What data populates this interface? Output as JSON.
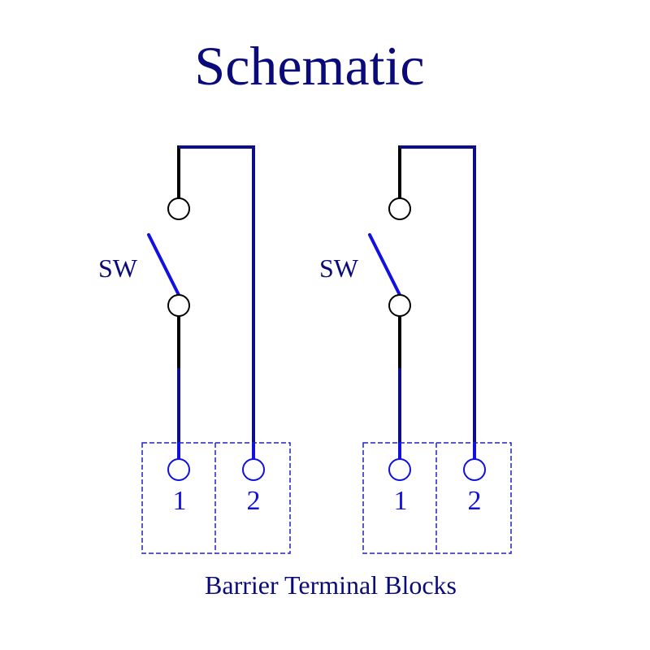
{
  "title": "Schematic",
  "caption": "Barrier Terminal Blocks",
  "circuits": [
    {
      "switch_label": "SW",
      "terminals": [
        "1",
        "2"
      ]
    },
    {
      "switch_label": "SW",
      "terminals": [
        "1",
        "2"
      ]
    }
  ],
  "colors": {
    "text": "#0a0a7a",
    "wire_dark": "#0d0d8a",
    "wire_black": "#000000",
    "wire_bright": "#1010e0",
    "terminal_box": "#2020c0"
  }
}
